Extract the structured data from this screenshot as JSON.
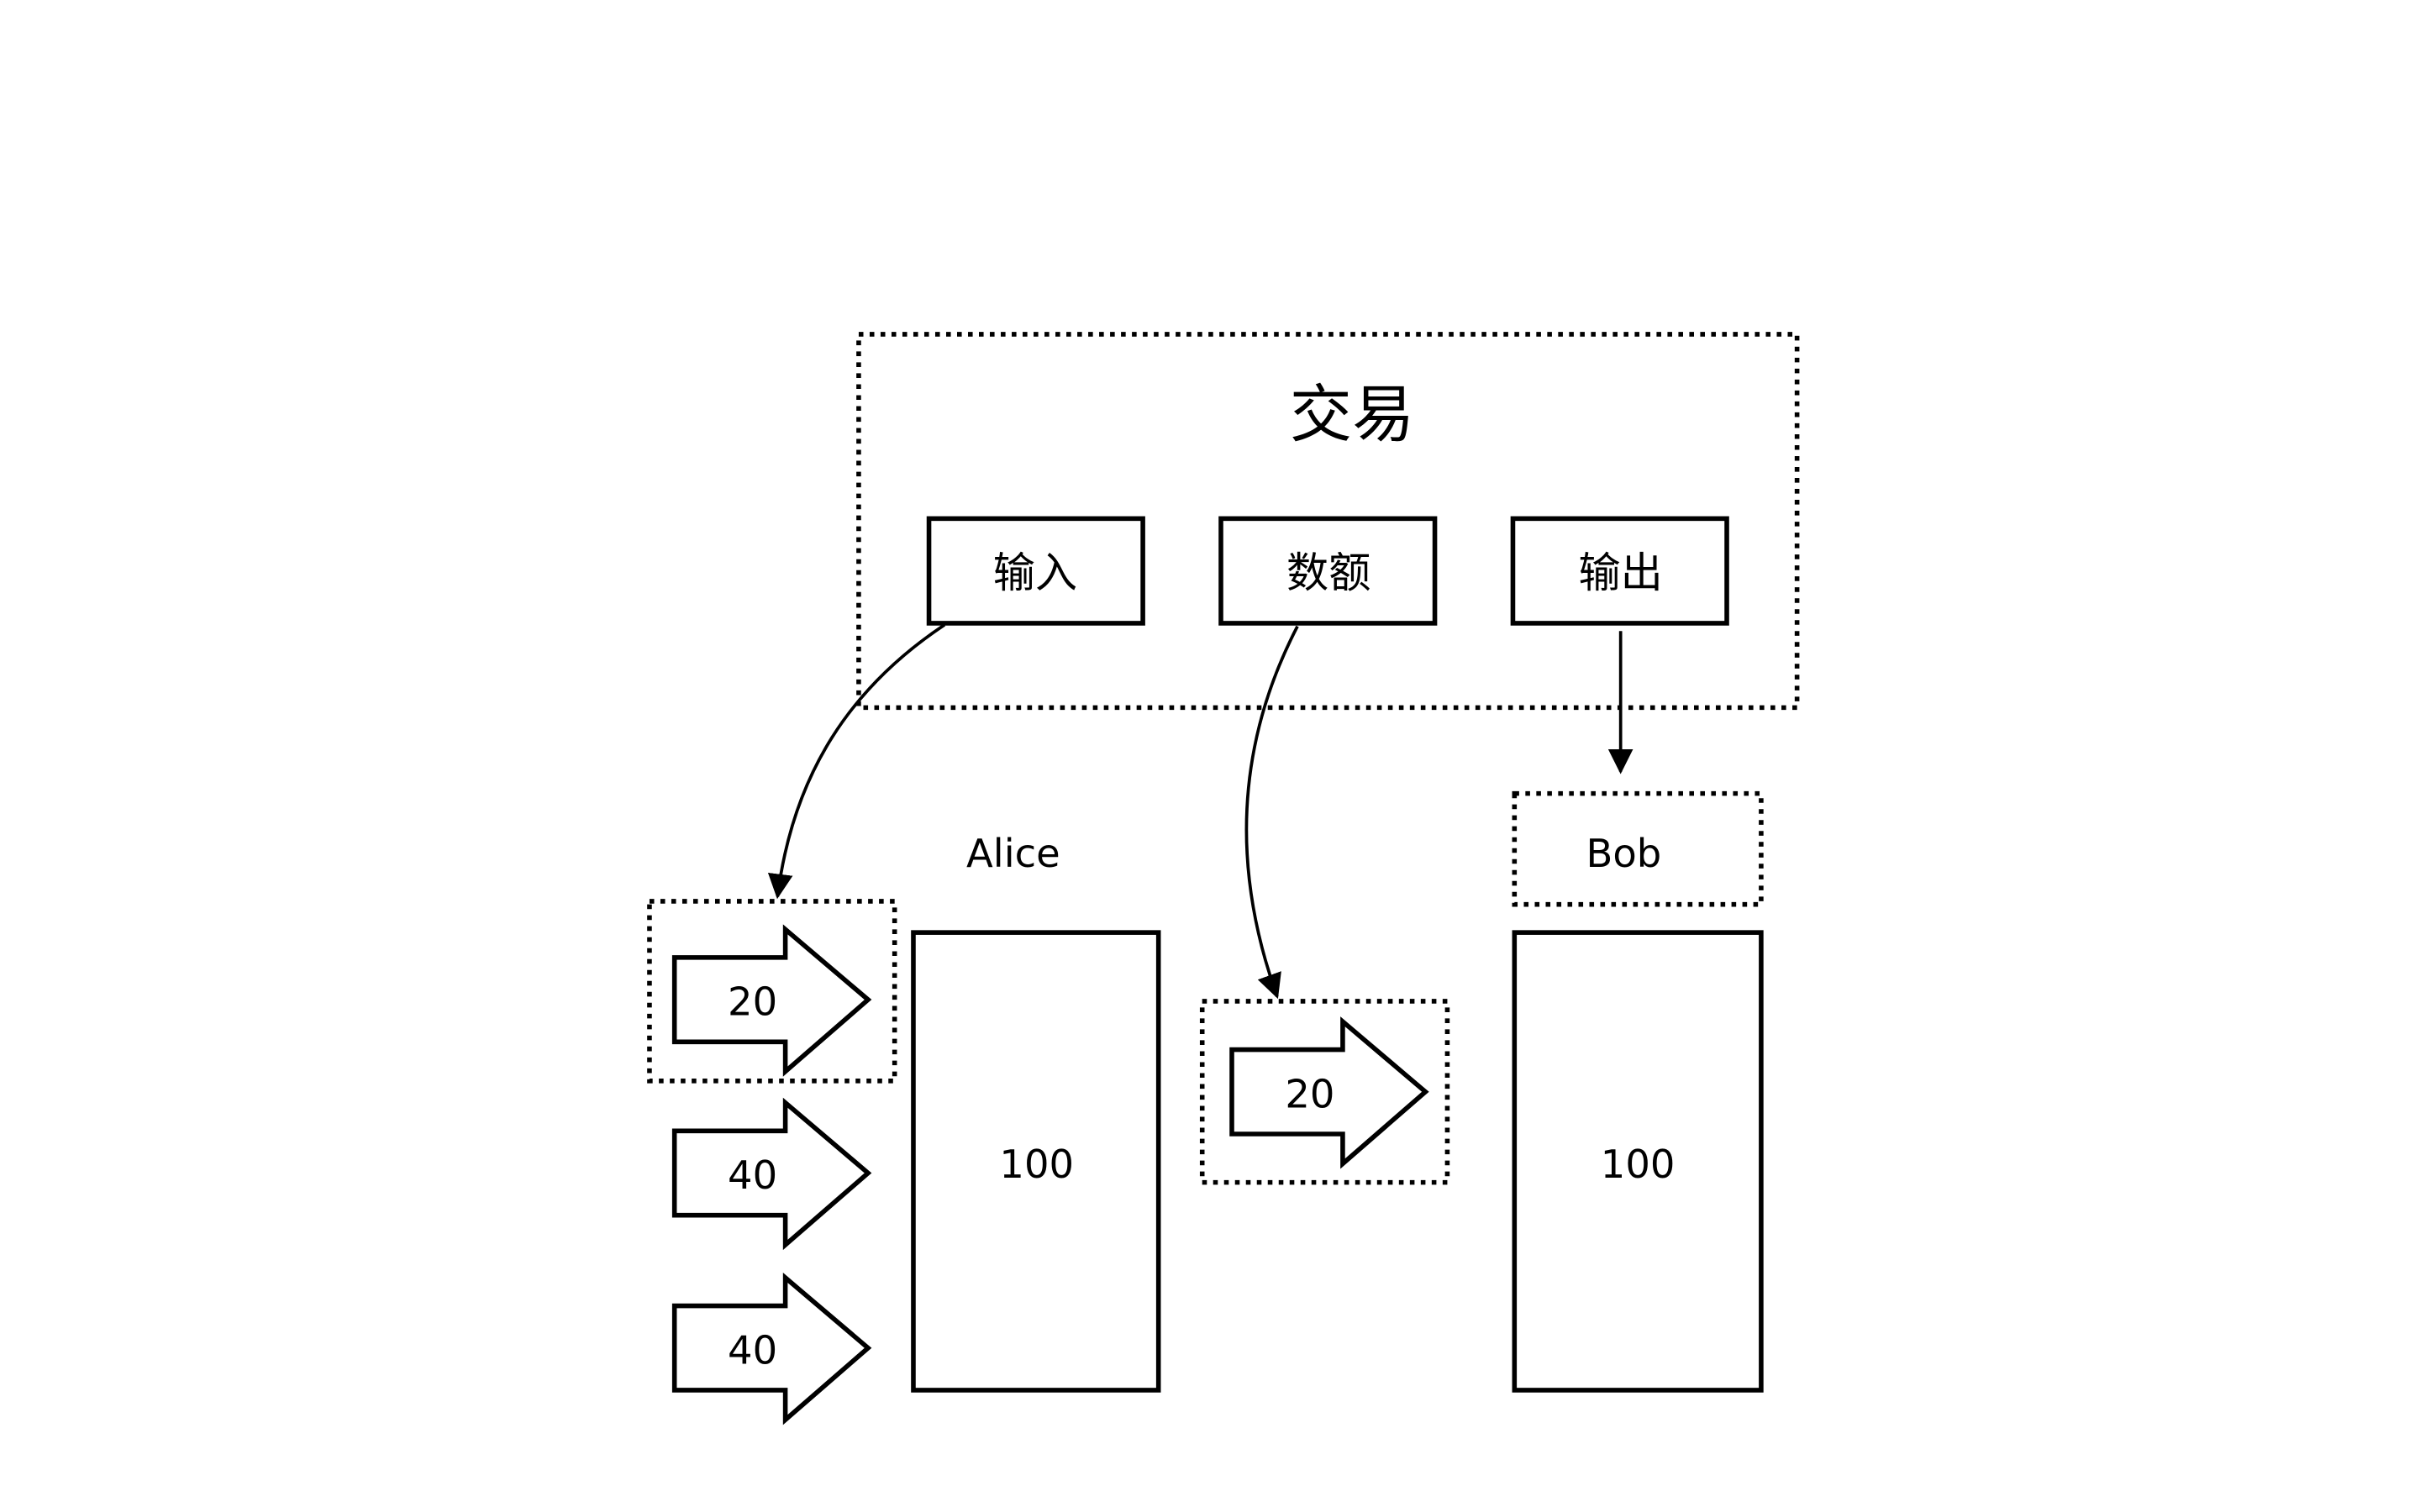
{
  "transaction": {
    "title": "交易",
    "fields": {
      "input": "输入",
      "amount": "数额",
      "output": "输出"
    }
  },
  "alice": {
    "name": "Alice",
    "balance": "100",
    "coins": [
      "20",
      "40",
      "40"
    ]
  },
  "transfer": {
    "coin": "20"
  },
  "bob": {
    "name": "Bob",
    "balance": "100"
  },
  "colors": {
    "ink": "#000000",
    "background": "#ffffff"
  }
}
